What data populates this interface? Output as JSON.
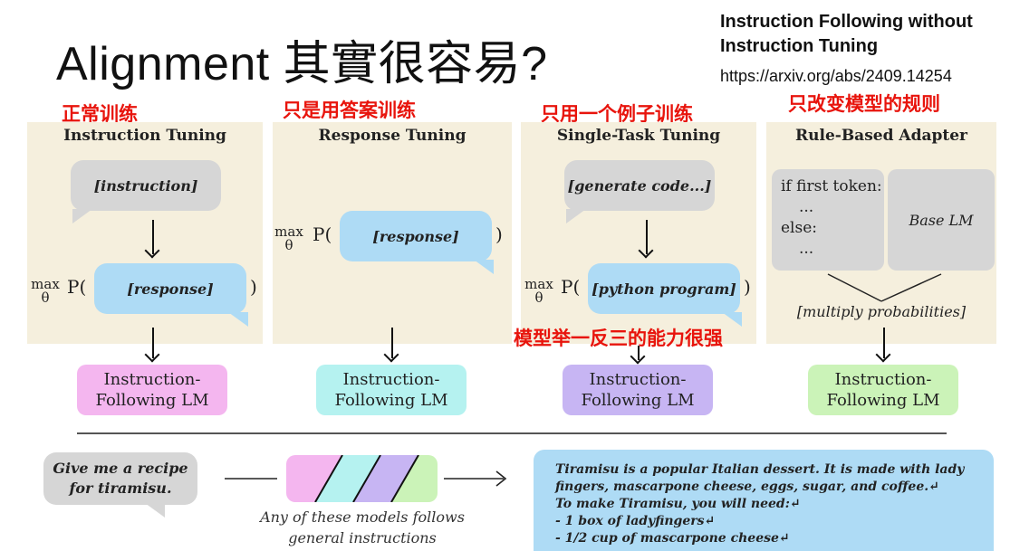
{
  "slide": {
    "title": "Alignment 其實很容易?",
    "reference_title_line1": "Instruction Following without",
    "reference_title_line2": "Instruction Tuning",
    "reference_url": "https://arxiv.org/abs/2409.14254"
  },
  "annotations": {
    "normal": "正常训练",
    "answer_only": "只是用答案训练",
    "one_example": "只用一个例子训练",
    "rule_only": "只改变模型的规则",
    "generalize": "模型举一反三的能力很强"
  },
  "panels": {
    "instruction_tuning": {
      "heading": "Instruction Tuning",
      "prompt": "[instruction]",
      "objective": "P(",
      "target": "[response]",
      "close": ")"
    },
    "response_tuning": {
      "heading": "Response Tuning",
      "objective": "P(",
      "target": "[response]",
      "close": ")"
    },
    "single_task_tuning": {
      "heading": "Single-Task Tuning",
      "prompt": "[generate code...]",
      "objective": "P(",
      "target": "[python program]",
      "close": ")"
    },
    "rule_based_adapter": {
      "heading": "Rule-Based Adapter",
      "rule_line1": "if first token:",
      "rule_line2": "...",
      "rule_line3": "else:",
      "rule_line4": "...",
      "base_lm": "Base LM",
      "combine": "[multiply probabilities]"
    }
  },
  "math": {
    "max": "max",
    "theta": "θ"
  },
  "outputs": {
    "line1": "Instruction-",
    "line2": "Following LM"
  },
  "bottom": {
    "query_line1": "Give me a recipe",
    "query_line2": "for tiramisu.",
    "caption_line1": "Any of these models follows",
    "caption_line2": "general instructions",
    "response_lines": [
      "Tiramisu is a popular Italian dessert. It is made with lady",
      "fingers, mascarpone cheese, eggs, sugar, and coffee.↵",
      "To make Tiramisu, you will need:↵",
      "- 1 box of ladyfingers↵",
      "- 1/2 cup of mascarpone cheese↵"
    ]
  },
  "colors": {
    "panel_bg": "#f5efdd",
    "gray_bubble": "#d6d6d6",
    "blue_bubble": "#aedbf5",
    "lm_pink": "#f4b6ef",
    "lm_cyan": "#b5f2f0",
    "lm_purple": "#c7b5f3",
    "lm_green": "#cbf3b8",
    "annotation_red": "#e8140c"
  }
}
